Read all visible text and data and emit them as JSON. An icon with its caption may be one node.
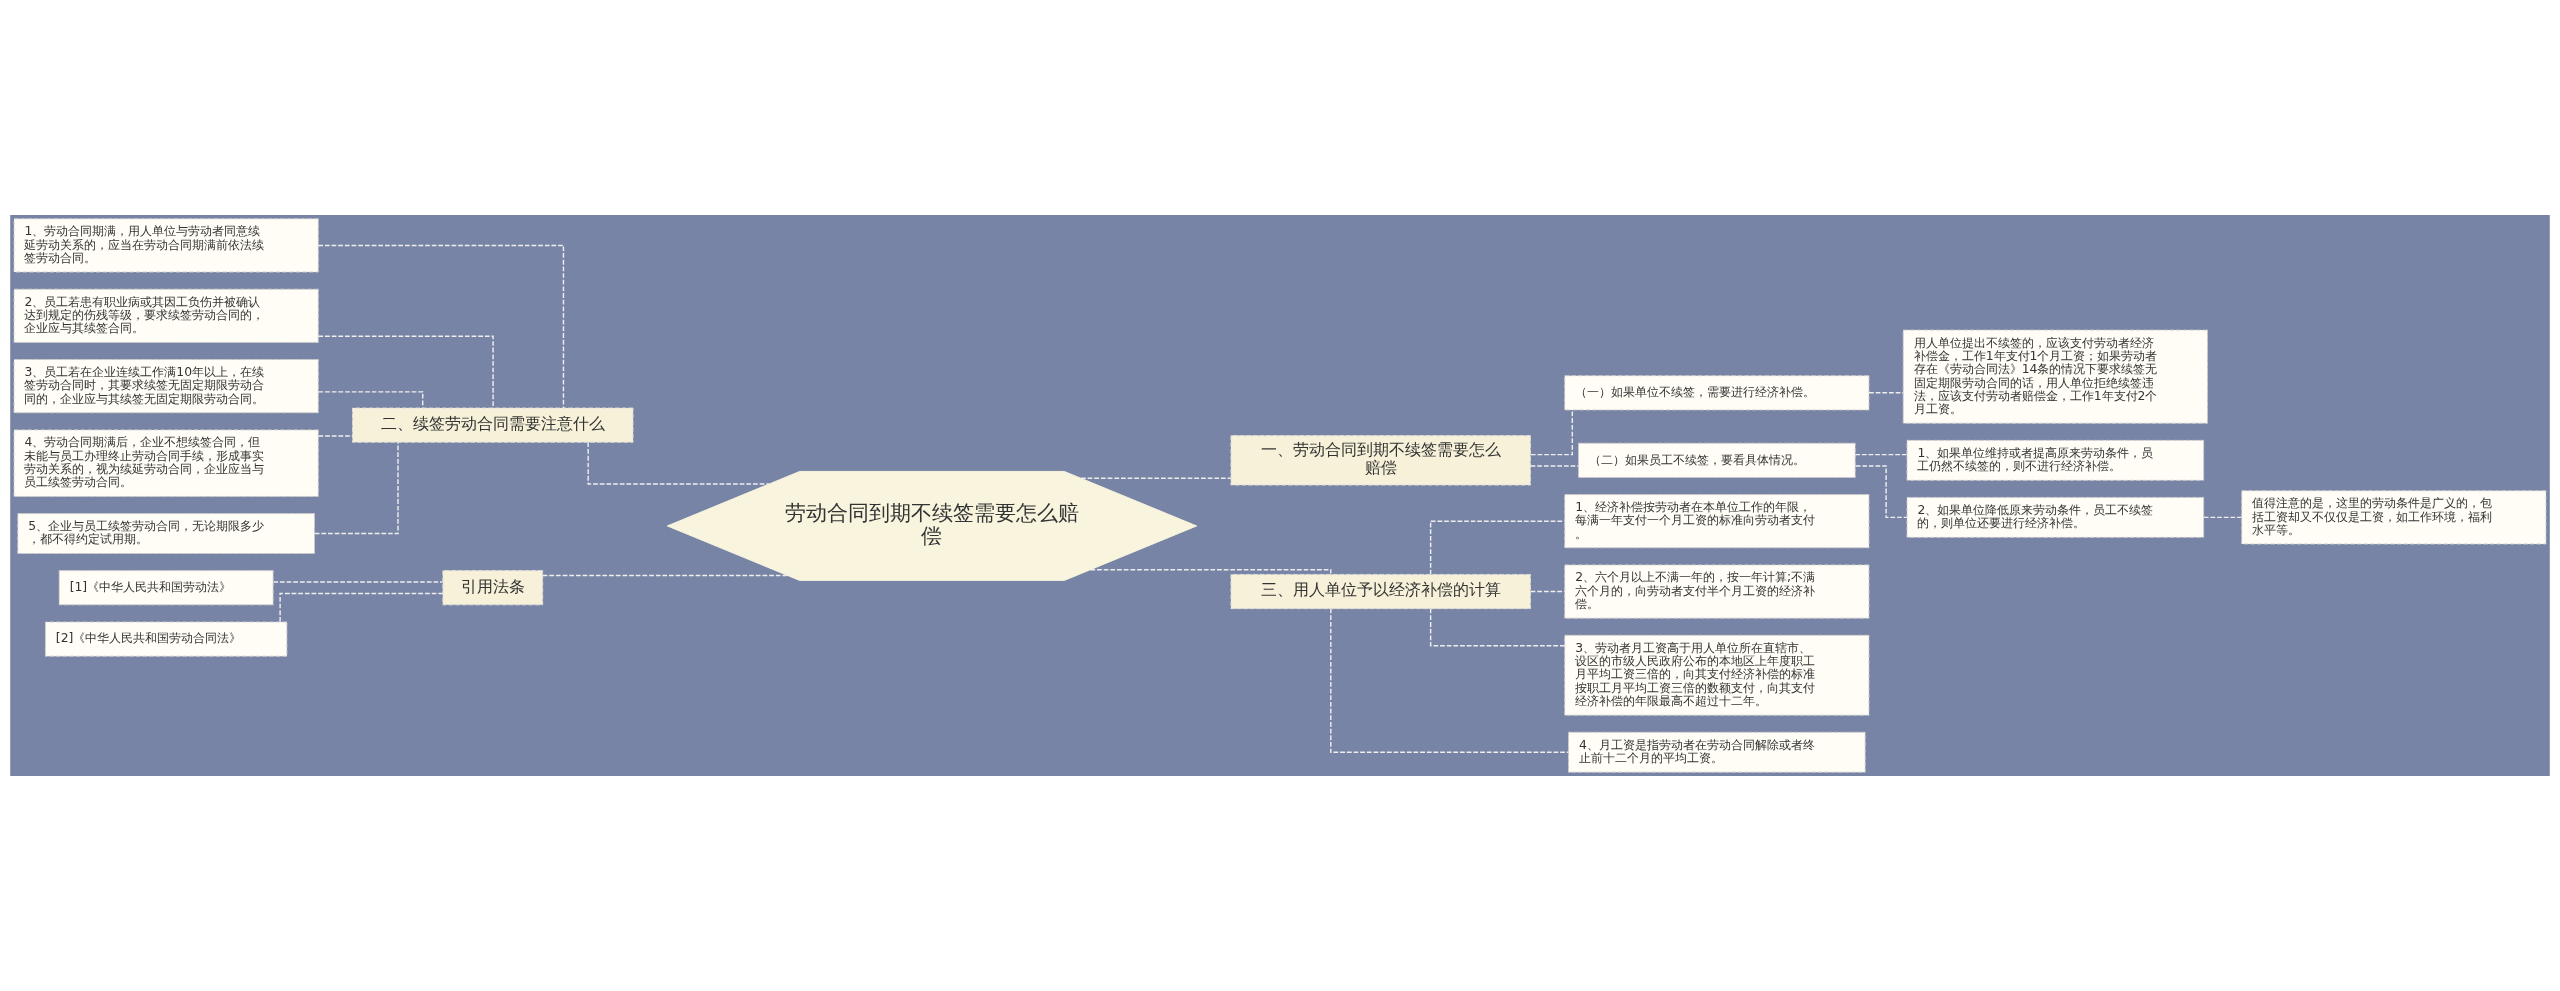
{
  "diagram": {
    "nodes": [
      {
        "text": [
          "劳动合同到期不续签需要怎么赔偿"
        ]
      },
      {
        "text": [
          "一、劳动合同到期不续签需要怎么赔偿"
        ]
      },
      {
        "text": [
          "（一）如果单位不续签，需要进行经济补偿。"
        ]
      },
      {
        "text": [
          "用人单位提出不续签的，应该支付劳动者经济补偿金，工作1年支付1个月工资；如果劳动者存在《劳动合同法》14条的情况下要求续签无固定期限劳动合同的话，用人单位拒绝续签违法，应该支付劳动者赔偿金，工作1年支付2个月工资。"
        ]
      },
      {
        "text": [
          "（二）如果员工不续签，要看具体情况。"
        ]
      },
      {
        "text": [
          "1、如果单位维持或者提高原来劳动条件，员工仍然不续签的，则不进行经济补偿。"
        ]
      },
      {
        "text": [
          "2、如果单位降低原来劳动条件，员工不续签的，则单位还要进行经济补偿。"
        ]
      },
      {
        "text": [
          "值得注意的是，这里的劳动条件是广义的，包括工资却又不仅仅是工资，如工作环境，福利水平等。"
        ]
      },
      {
        "text": [
          "三、用人单位予以经济补偿的计算"
        ]
      },
      {
        "text": [
          "1、经济补偿按劳动者在本单位工作的年限，每满一年支付一个月工资的标准向劳动者支付。"
        ]
      },
      {
        "text": [
          "2、六个月以上不满一年的，按一年计算;不满六个月的，向劳动者支付半个月工资的经济补偿。"
        ]
      },
      {
        "text": [
          "3、劳动者月工资高于用人单位所在直辖市、设区的市级人民政府公布的本地区上年度职工月平均工资三倍的，向其支付经济补偿的标准按职工月平均工资三倍的数额支付，向其支付经济补偿的年限最高不超过十二年。"
        ]
      },
      {
        "text": [
          "4、月工资是指劳动者在劳动合同解除或者终止前十二个月的平均工资。"
        ]
      },
      {
        "text": [
          "二、续签劳动合同需要注意什么"
        ]
      },
      {
        "text": [
          "1、劳动合同期满，用人单位与劳动者同意续延劳动关系的，应当在劳动合同期满前依法续签劳动合同。"
        ]
      },
      {
        "text": [
          "2、员工若患有职业病或其因工负伤并被确认达到规定的伤残等级，要求续签劳动合同的，企业应与其续签合同。"
        ]
      },
      {
        "text": [
          "3、员工若在企业连续工作满10年以上，在续签劳动合同时，其要求续签无固定期限劳动合同的，企业应与其续签无固定期限劳动合同。"
        ]
      },
      {
        "text": [
          "4、劳动合同期满后，企业不想续签合同，但未能与员工办理终止劳动合同手续，形成事实劳动关系的，视为续延劳动合同，企业应当与员工续签劳动合同。"
        ]
      },
      {
        "text": [
          "5、企业与员工续签劳动合同，无论期限多少，都不得约定试用期。"
        ]
      },
      {
        "text": [
          "引用法条"
        ]
      },
      {
        "text": [
          "[1]《中华人民共和国劳动法》"
        ]
      },
      {
        "text": [
          "[2]《中华人民共和国劳动合同法》"
        ]
      }
    ],
    "edges": [
      {
        "from": 0,
        "to": 1,
        "arrow": "none"
      },
      {
        "from": 1,
        "to": 2,
        "arrow": "none"
      },
      {
        "from": 2,
        "to": 3,
        "arrow": "none"
      },
      {
        "from": 1,
        "to": 4,
        "arrow": "none"
      },
      {
        "from": 4,
        "to": 5,
        "arrow": "none"
      },
      {
        "from": 4,
        "to": 6,
        "arrow": "none"
      },
      {
        "from": 6,
        "to": 7,
        "arrow": "none"
      },
      {
        "from": 0,
        "to": 8,
        "arrow": "none"
      },
      {
        "from": 8,
        "to": 9,
        "arrow": "none"
      },
      {
        "from": 8,
        "to": 10,
        "arrow": "none"
      },
      {
        "from": 8,
        "to": 11,
        "arrow": "none"
      },
      {
        "from": 8,
        "to": 12,
        "arrow": "none"
      },
      {
        "from": 0,
        "to": 13,
        "arrow": "none"
      },
      {
        "from": 13,
        "to": 14,
        "arrow": "none"
      },
      {
        "from": 13,
        "to": 15,
        "arrow": "none"
      },
      {
        "from": 13,
        "to": 16,
        "arrow": "none"
      },
      {
        "from": 13,
        "to": 17,
        "arrow": "none"
      },
      {
        "from": 13,
        "to": 18,
        "arrow": "none"
      },
      {
        "from": 0,
        "to": 19,
        "arrow": "none"
      },
      {
        "from": 19,
        "to": 20,
        "arrow": "none"
      },
      {
        "from": 19,
        "to": 21,
        "arrow": "none"
      }
    ]
  }
}
